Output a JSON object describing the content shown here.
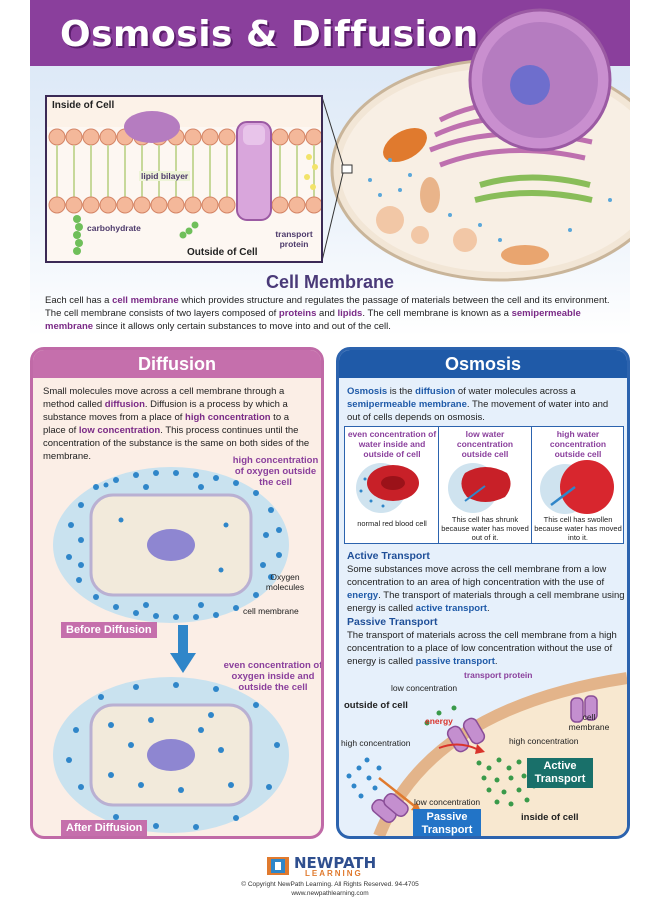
{
  "title": "Osmosis & Diffusion",
  "top": {
    "inside_label": "Inside of Cell",
    "outside_label": "Outside of Cell",
    "lipid_label": "lipid bilayer",
    "carb_label": "carbohydrate",
    "protein_label": "transport protein"
  },
  "cell_membrane": {
    "heading": "Cell Membrane",
    "p1_a": "Each cell has a ",
    "p1_b": "cell membrane",
    "p1_c": " which provides structure and regulates the passage of materials between the cell and its environment.",
    "p2_a": "The cell membrane consists of two layers composed of ",
    "p2_b": "proteins",
    "p2_c": " and ",
    "p2_d": "lipids",
    "p2_e": ". The cell membrane is known as a ",
    "p2_f": "semipermeable membrane",
    "p2_g": " since it allows only certain substances to move into and out of the cell."
  },
  "diffusion": {
    "heading": "Diffusion",
    "t1": "Small molecules move across a cell membrane through a method called ",
    "t2": "diffusion",
    "t3": ". Diffusion is a process by which a substance moves from a place of ",
    "t4": "high concentration",
    "t5": " to a place of ",
    "t6": "low concentration",
    "t7": ". This process continues until the concentration of the substance is the same on both sides of the membrane.",
    "high_oxygen": "high concentration of oxygen outside the cell",
    "oxygen_molecules": "Oxygen molecules",
    "cell_membrane": "cell membrane",
    "before": "Before Diffusion",
    "even_oxygen": "even concentration of oxygen inside and outside the cell",
    "after": "After Diffusion"
  },
  "osmosis": {
    "heading": "Osmosis",
    "t1": "Osmosis",
    "t2": " is the ",
    "t3": "diffusion",
    "t4": " of water molecules across a ",
    "t5": "semipermeable membrane",
    "t6": ". The movement of water into and out of cells depends on osmosis.",
    "col1_head": "even concentration of water inside and outside of cell",
    "col2_head": "low water concentration outside cell",
    "col3_head": "high water concentration outside cell",
    "col1_cap": "normal red blood cell",
    "col2_cap": "This cell has shrunk because water has moved out of it.",
    "col3_cap": "This cell has swollen because water has moved into it.",
    "active_head": "Active Transport",
    "active_a": "Some substances move across the cell membrane from a low concentration to an area of high concentration with the use of ",
    "active_b": "energy",
    "active_c": ". The transport of materials through a cell membrane using energy is called ",
    "active_d": "active transport",
    "active_e": ".",
    "passive_head": "Passive Transport",
    "passive_a": "The transport of materials across the cell membrane from a high concentration to a place of low concentration without the use of energy is called ",
    "passive_b": "passive transport",
    "passive_c": ".",
    "d_low1": "low concentration",
    "d_transport_protein": "transport protein",
    "d_outside": "outside of cell",
    "d_energy": "energy",
    "d_cell_membrane": "cell membrane",
    "d_high1": "high concentration",
    "d_high2": "high concentration",
    "d_active_tag": "Active Transport",
    "d_low2": "low concentration",
    "d_passive_tag": "Passive Transport",
    "d_inside": "inside of cell"
  },
  "footer": {
    "logo_new": "NEWPATH",
    "logo_learning": "LEARNING",
    "copyright": "© Copyright NewPath Learning. All Rights Reserved. 94-4705",
    "url": "www.newpathlearning.com"
  },
  "colors": {
    "purple": "#8a3f9c",
    "pink": "#c56fac",
    "blue": "#1f5aa8",
    "teal": "#19706a"
  }
}
